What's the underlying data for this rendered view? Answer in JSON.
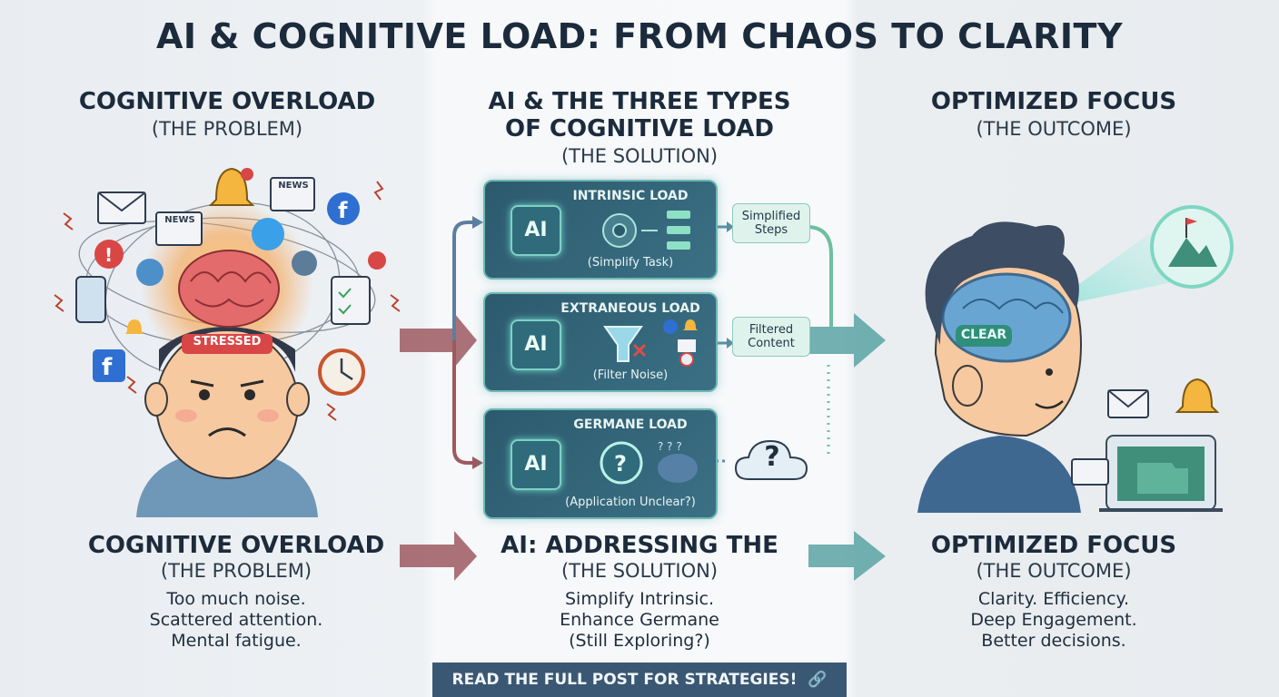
{
  "title": "AI & COGNITIVE LOAD: FROM CHAOS TO CLARITY",
  "left": {
    "heading": "COGNITIVE OVERLOAD",
    "subheading": "(THE PROBLEM)",
    "stressed_label": "STRESSED",
    "news_label": "NEWS",
    "bottom_heading": "COGNITIVE OVERLOAD",
    "bottom_subheading": "(THE PROBLEM)",
    "bullets": [
      "Too much noise.",
      "Scattered attention.",
      "Mental fatigue."
    ]
  },
  "middle": {
    "heading_line1": "AI & THE THREE TYPES",
    "heading_line2": "OF COGNITIVE LOAD",
    "subheading": "(THE SOLUTION)",
    "panels": [
      {
        "title": "INTRINSIC LOAD",
        "chip": "AI",
        "caption": "(Simplify Task)",
        "output": "Simplified Steps"
      },
      {
        "title": "EXTRANEOUS LOAD",
        "chip": "AI",
        "caption": "(Filter Noise)",
        "output": "Filtered Content"
      },
      {
        "title": "GERMANE LOAD",
        "chip": "AI",
        "caption": "(Application Unclear?)",
        "output": "?"
      }
    ],
    "bottom_heading": "AI: ADDRESSING THE",
    "bottom_subheading": "(THE SOLUTION)",
    "bullets": [
      "Simplify Intrinsic.",
      "Enhance Germane",
      "(Still Exploring?)"
    ]
  },
  "right": {
    "heading": "OPTIMIZED FOCUS",
    "subheading": "(THE OUTCOME)",
    "clear_label": "CLEAR",
    "bottom_heading": "OPTIMIZED FOCUS",
    "bottom_subheading": "(THE OUTCOME)",
    "bullets": [
      "Clarity. Efficiency.",
      "Deep Engagement.",
      "Better decisions."
    ]
  },
  "banner": "READ THE FULL POST FOR STRATEGIES!",
  "colors": {
    "red_arrow": "#9c5a60",
    "teal_arrow": "#5aa3a3",
    "panel": "#2c5a6d",
    "banner": "#3a5873"
  }
}
